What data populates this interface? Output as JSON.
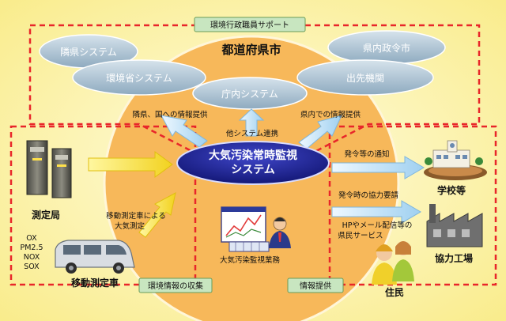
{
  "frames": {
    "top_label": "環境行政職員サポート",
    "left_label": "環境情報の収集",
    "right_label": "情報提供"
  },
  "prefecture": "都道府県市",
  "systems": {
    "neighbor": "隣県システム",
    "moe": "環境省システム",
    "internal": "庁内システム",
    "city": "県内政令市",
    "branch": "出先機関"
  },
  "links": {
    "neighbor_info": "隣県、国への情報提供",
    "other_link": "他システム連携",
    "in_pref_info": "県内での情報提供"
  },
  "core": {
    "line1": "大気汚染常時監視",
    "line2": "システム",
    "work": "大気汚染監視業務"
  },
  "left": {
    "station": "測定局",
    "vehicle_measure": [
      "移動測定車による",
      "大気測定"
    ],
    "pollutants": [
      "OX",
      "PM2.5",
      "NOX",
      "SOX"
    ],
    "vehicle": "移動測定車"
  },
  "right": {
    "notice": "発令等の通知",
    "request": "発令時の協力要請",
    "hp": [
      "HPやメール配信等の",
      "県民サービス"
    ],
    "school": "学校等",
    "factory": "協力工場",
    "residents": "住民"
  },
  "colors": {
    "background": "#fdf6b3",
    "circle": "#f7b85a",
    "dash": "#e8262a",
    "core": "#1b1f8f",
    "ellipse": "#9fb7c7"
  }
}
